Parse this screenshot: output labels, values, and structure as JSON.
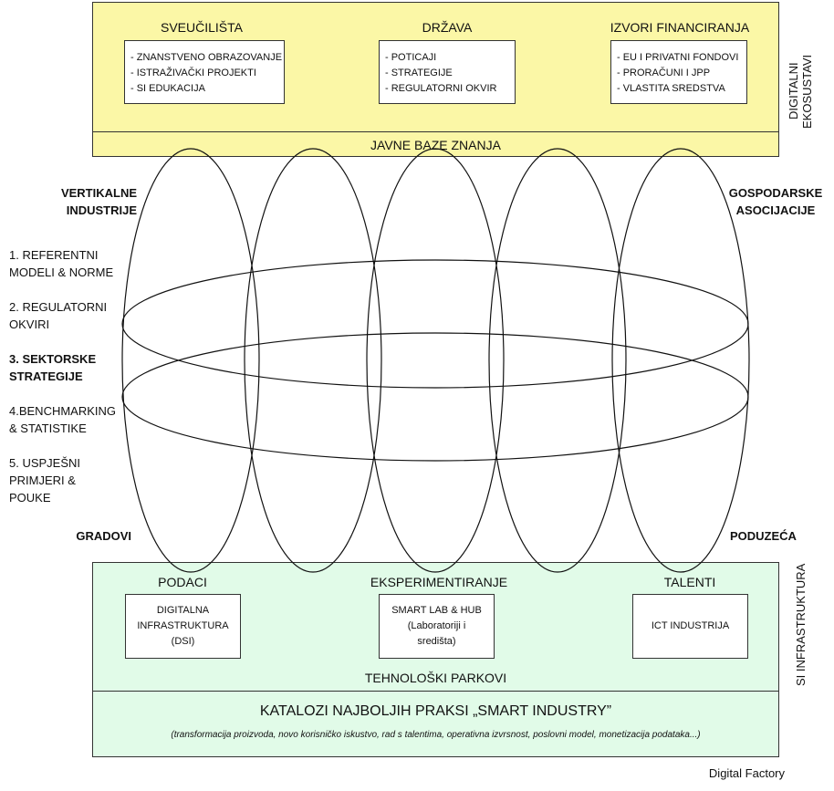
{
  "ecosystem": {
    "side_label_line1": "DIGITALNI",
    "side_label_line2": "EKOSUSTAVI",
    "columns": [
      {
        "title": "SVEUČILIŠTA",
        "items": [
          "- ZNANSTVENO OBRAZOVANJE",
          "- ISTRAŽIVAČKI PROJEKTI",
          "- SI EDUKACIJA"
        ]
      },
      {
        "title": "DRŽAVA",
        "items": [
          "- POTICAJI",
          "- STRATEGIJE",
          "- REGULATORNI OKVIR"
        ]
      },
      {
        "title": "IZVORI FINANCIRANJA",
        "items": [
          "- EU I PRIVATNI FONDOVI",
          "- PRORAČUNI I JPP",
          "- VLASTITA SREDSTVA"
        ]
      }
    ],
    "band": "JAVNE BAZE ZNANJA"
  },
  "corners": {
    "top_left_line1": "VERTIKALNE",
    "top_left_line2": "INDUSTRIJE",
    "top_right_line1": "GOSPODARSKE",
    "top_right_line2": "ASOCIJACIJE",
    "bottom_left": "GRADOVI",
    "bottom_right": "PODUZEĆA"
  },
  "left_list": [
    {
      "line1": "1. REFERENTNI",
      "line2": "MODELI & NORME"
    },
    {
      "line1": "2. REGULATORNI",
      "line2": "OKVIRI"
    },
    {
      "line1": "3. SEKTORSKE",
      "line2": "STRATEGIJE"
    },
    {
      "line1": "4.BENCHMARKING",
      "line2": "& STATISTIKE"
    },
    {
      "line1": "5. USPJEŠNI",
      "line2": "PRIMJERI &",
      "line3": "POUKE"
    }
  ],
  "infrastructure": {
    "side_label": "SI INFRASTRUKTURA",
    "columns": [
      {
        "title": "PODACI",
        "box_line1": "DIGITALNA",
        "box_line2": "INFRASTRUKTURA",
        "box_line3": "(DSI)"
      },
      {
        "title": "EKSPERIMENTIRANJE",
        "box_line1": "SMART LAB & HUB",
        "box_line2": "(Laboratoriji i",
        "box_line3": "središta)"
      },
      {
        "title": "TALENTI",
        "box_line1": "ICT INDUSTRIJA"
      }
    ],
    "band": "TEHNOLOŠKI PARKOVI"
  },
  "catalog": {
    "title": "KATALOZI NAJBOLJIH PRAKSI „SMART INDUSTRY”",
    "subtitle": "(transformacija proizvoda, novo korisničko iskustvo, rad s talentima, operativna izvrsnost, poslovni model, monetizacija podataka...)"
  },
  "footer": "Digital Factory"
}
